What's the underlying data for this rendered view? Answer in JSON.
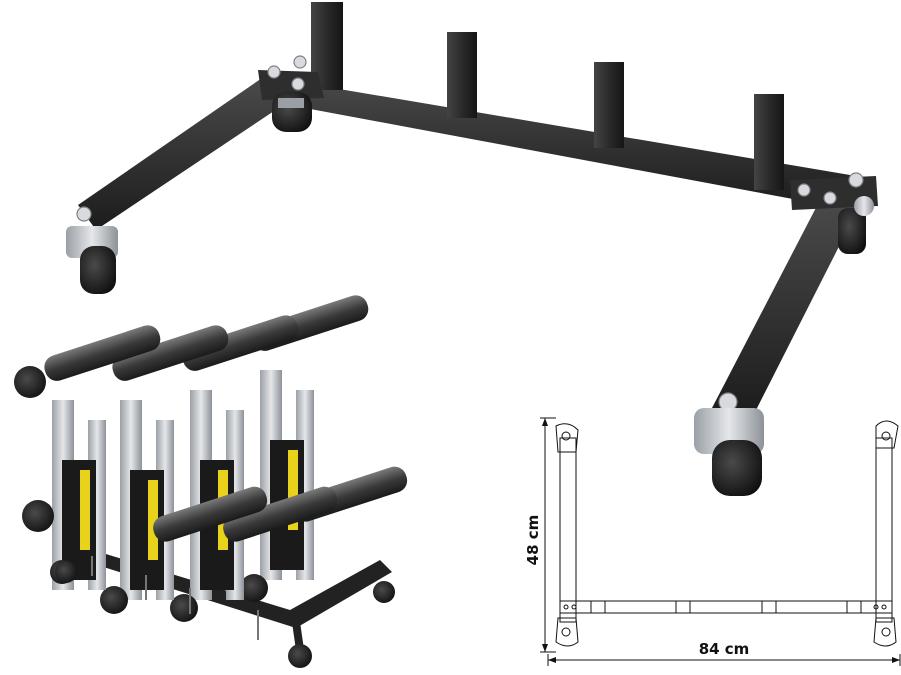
{
  "product": {
    "dimensions": {
      "height_label": "48 cm",
      "width_label": "84 cm"
    }
  },
  "colors": {
    "frame": "#2b2b2b",
    "jack_frame": "#c9ccd0",
    "jack_accent": "#e8d21a",
    "outline": "#111111"
  },
  "illustrations": {
    "rack_photo": "rack-photo-icon",
    "stacked_jacks_photo": "stacked-jacks-icon",
    "diagram": "top-view-diagram"
  }
}
